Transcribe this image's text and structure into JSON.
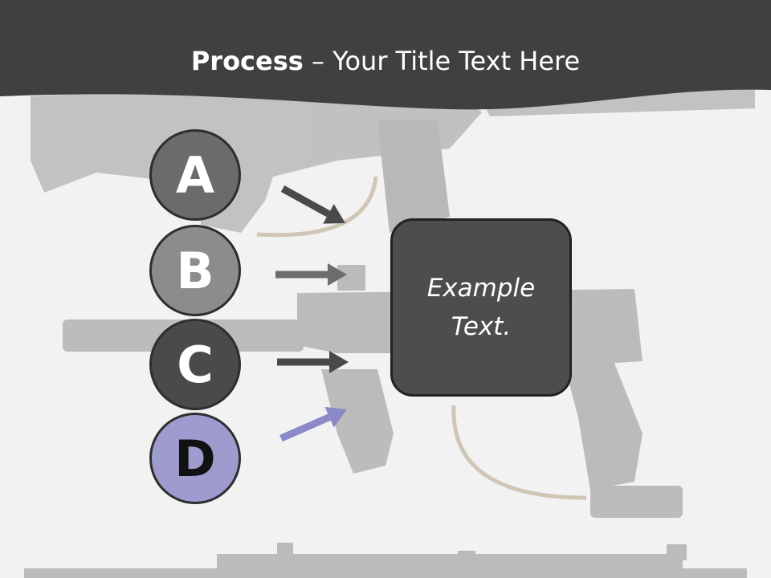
{
  "slide": {
    "title_bold": "Process",
    "title_rest": " – Your Title Text Here",
    "box_text": "Example Text."
  },
  "steps": [
    {
      "letter": "A",
      "fill": "#6b6b6b",
      "text_color": "#ffffff",
      "arrow_color": "#4a4a4a"
    },
    {
      "letter": "B",
      "fill": "#8c8c8c",
      "text_color": "#ffffff",
      "arrow_color": "#6d6d6d"
    },
    {
      "letter": "C",
      "fill": "#4a4a4a",
      "text_color": "#ffffff",
      "arrow_color": "#4a4a4a"
    },
    {
      "letter": "D",
      "fill": "#9e9ccf",
      "text_color": "#111111",
      "arrow_color": "#8b89c8"
    }
  ],
  "colors": {
    "header_band": "#404040",
    "background": "#f2f2f2",
    "box_fill": "#4d4d4f"
  },
  "icons": [
    "paintball-marker-image",
    "rifle-stock-image",
    "rail-image"
  ]
}
